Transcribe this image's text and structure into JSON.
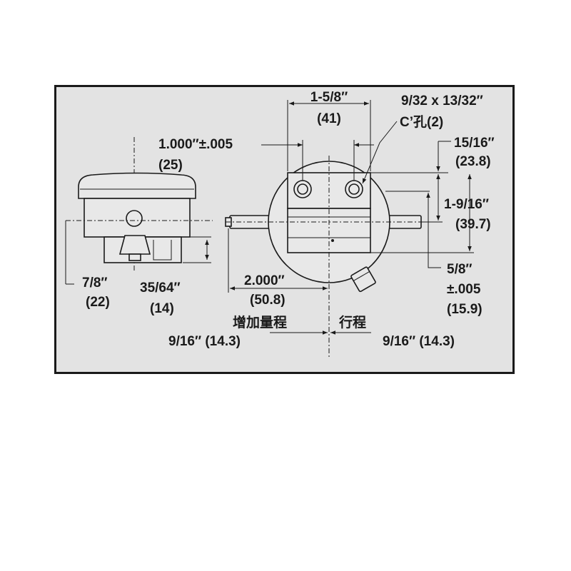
{
  "labels": {
    "width_in": "1-5/8″",
    "width_mm": "(41)",
    "hole_size": "9/32 x 13/32″",
    "hole_note": "C’孔(2)",
    "bore_spacing_in": "1.000″±.005",
    "bore_spacing_mm": "(25)",
    "top_offset_in": "15/16″",
    "top_offset_mm": "(23.8)",
    "height_in": "1-9/16″",
    "height_mm": "(39.7)",
    "base_offset_in": "5/8″",
    "base_offset_tol": "±.005",
    "base_offset_mm": "(15.9)",
    "depth_in": "7/8″",
    "depth_mm": "(22)",
    "boss_in": "35/64″",
    "boss_mm": "(14)",
    "shaft_in": "2.000″",
    "shaft_mm": "(50.8)",
    "overtravel_label": "增加量程",
    "travel_label": "行程",
    "overtravel_value": "9/16″ (14.3)",
    "travel_value": "9/16″ (14.3)"
  },
  "colors": {
    "background": "#e3e3e3",
    "line": "#1a1a1a",
    "border": "#1a1a1a"
  }
}
